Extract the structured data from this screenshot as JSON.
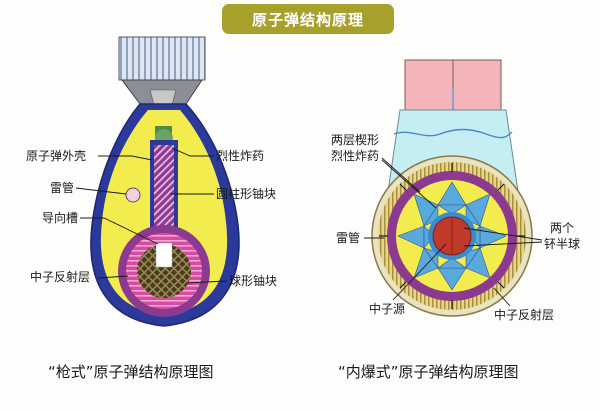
{
  "title": "原子弹结构原理",
  "gun": {
    "labels": {
      "casing": "原子弹外壳",
      "detonator": "雷管",
      "guide": "导向槽",
      "reflector": "中子反射层",
      "explosive": "烈性炸药",
      "cylinder": "圆柱形铀块",
      "sphere": "球形铀块"
    },
    "caption": "“枪式”原子弹结构原理图"
  },
  "implosion": {
    "labels": {
      "wedge_line1": "两层楔形",
      "wedge_line2": "烈性炸药",
      "detonator": "雷管",
      "hemi_line1": "两个",
      "hemi_line2": "钚半球",
      "source": "中子源",
      "reflector": "中子反射层"
    },
    "caption": "“内爆式”原子弹结构原理图"
  },
  "colors": {
    "banner": "#a7a02a",
    "casing_blue": "#2b3a9a",
    "explosive_yellow": "#f2ec4e",
    "uranium_purple": "#8c3a8f",
    "reflector_pink": "#d64ca0",
    "core_red": "#c0392b",
    "fin_grey": "#a8b8cc",
    "cyan": "#c4eef2",
    "wedge_blue": "#5aa9dd"
  }
}
